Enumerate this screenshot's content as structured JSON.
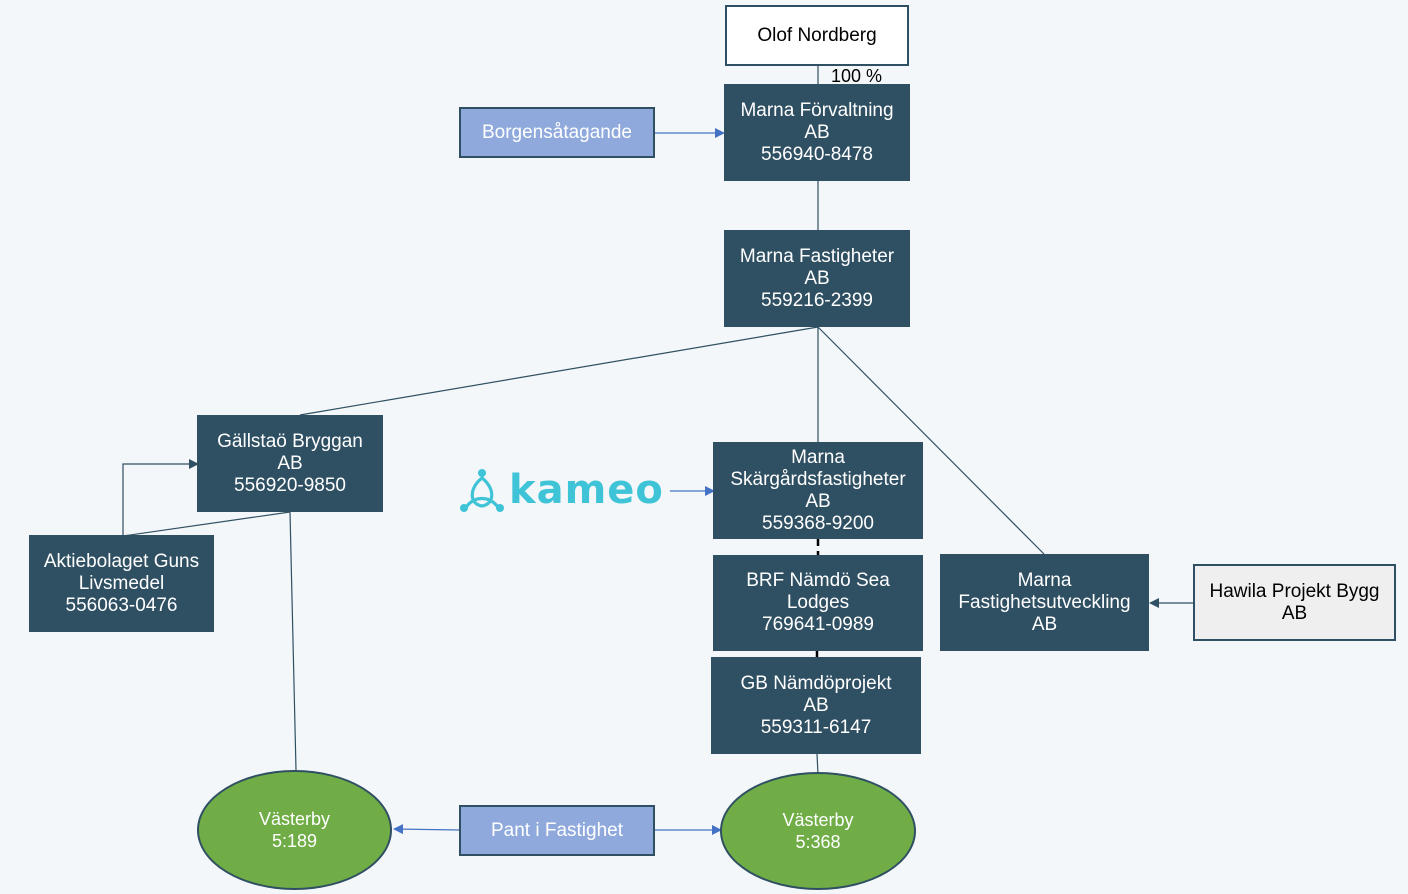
{
  "owner": {
    "name": "Olof Nordberg"
  },
  "ownership_label": "100 %",
  "guarantee": {
    "label": "Borgensåtagande"
  },
  "mortgage": {
    "label": "Pant i Fastighet"
  },
  "logo": {
    "text": "kameo"
  },
  "companies": {
    "forvaltning": {
      "line1": "Marna Förvaltning",
      "line2": "AB",
      "line3": "556940-8478"
    },
    "fastigheter": {
      "line1": "Marna Fastigheter",
      "line2": "AB",
      "line3": "559216-2399"
    },
    "gallstao": {
      "line1": "Gällstaö Bryggan",
      "line2": "AB",
      "line3": "556920-9850"
    },
    "guns": {
      "line1": "Aktiebolaget Guns",
      "line2": "Livsmedel",
      "line3": "556063-0476"
    },
    "skargard": {
      "line1": "Marna",
      "line2": "Skärgårdsfastigheter",
      "line3": "AB",
      "line4": "559368-9200"
    },
    "brf": {
      "line1": "BRF Nämdö Sea",
      "line2": "Lodges",
      "line3": "769641-0989"
    },
    "gb": {
      "line1": "GB Nämdöprojekt",
      "line2": "AB",
      "line3": "559311-6147"
    },
    "utveckling": {
      "line1": "Marna",
      "line2": "Fastighetsutveckling",
      "line3": "AB"
    },
    "hawila": {
      "line1": "Hawila Projekt Bygg",
      "line2": "AB"
    }
  },
  "properties": {
    "v189": {
      "line1": "Västerby",
      "line2": "5:189"
    },
    "v368": {
      "line1": "Västerby",
      "line2": "5:368"
    }
  },
  "colors": {
    "dark_node": "#2f4f62",
    "property": "#70ad47",
    "note": "#8fa9dc",
    "arrow": "#4472c4",
    "logo": "#3fc3d6"
  }
}
